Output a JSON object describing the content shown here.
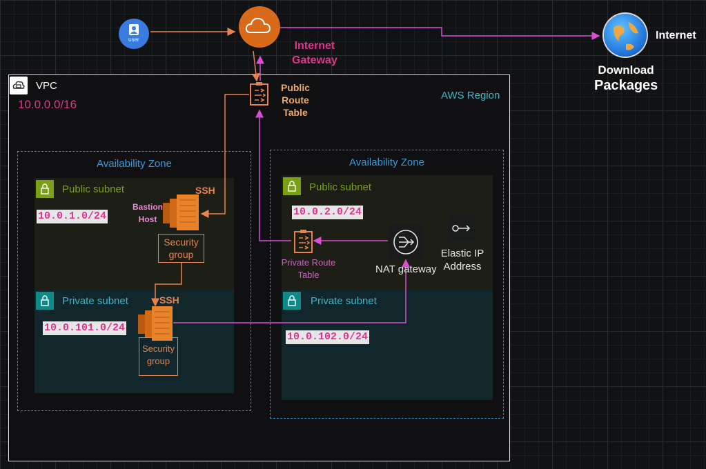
{
  "vpc": {
    "label": "VPC",
    "cidr": "10.0.0.0/16"
  },
  "region": {
    "label": "AWS Region"
  },
  "internet": {
    "label": "Internet",
    "download_line1": "Download",
    "download_line2": "Packages"
  },
  "igw": {
    "line1": "Internet",
    "line2": "Gateway"
  },
  "user": {
    "label": "user"
  },
  "public_route_table": {
    "line1": "Public",
    "line2": "Route",
    "line3": "Table"
  },
  "az_left": {
    "label": "Availability Zone",
    "public_subnet": {
      "label": "Public subnet",
      "cidr": "10.0.1.0/24"
    },
    "private_subnet": {
      "label": "Private subnet",
      "cidr": "10.0.101.0/24"
    },
    "bastion": {
      "line1": "Bastion",
      "line2": "Host",
      "ssh": "SSH"
    },
    "sg_public": {
      "line1": "Security",
      "line2": "group"
    },
    "private_instance": {
      "ssh": "SSH"
    },
    "sg_private": {
      "line1": "Security",
      "line2": "group"
    }
  },
  "az_right": {
    "label": "Availability Zone",
    "public_subnet": {
      "label": "Public subnet",
      "cidr": "10.0.2.0/24"
    },
    "private_subnet": {
      "label": "Private subnet",
      "cidr": "10.0.102.0/24"
    },
    "private_route_table": {
      "line1": "Private Route",
      "line2": "Table"
    },
    "nat": {
      "label": "NAT gateway"
    },
    "eip": {
      "line1": "Elastic IP",
      "line2": "Address"
    }
  },
  "colors": {
    "orange": "#e8834d",
    "magenta": "#d94fd4",
    "pink_text": "#e0358f",
    "az_blue": "#3b8fc4",
    "public_green": "#7aa116",
    "private_teal": "#0f8a8a"
  }
}
